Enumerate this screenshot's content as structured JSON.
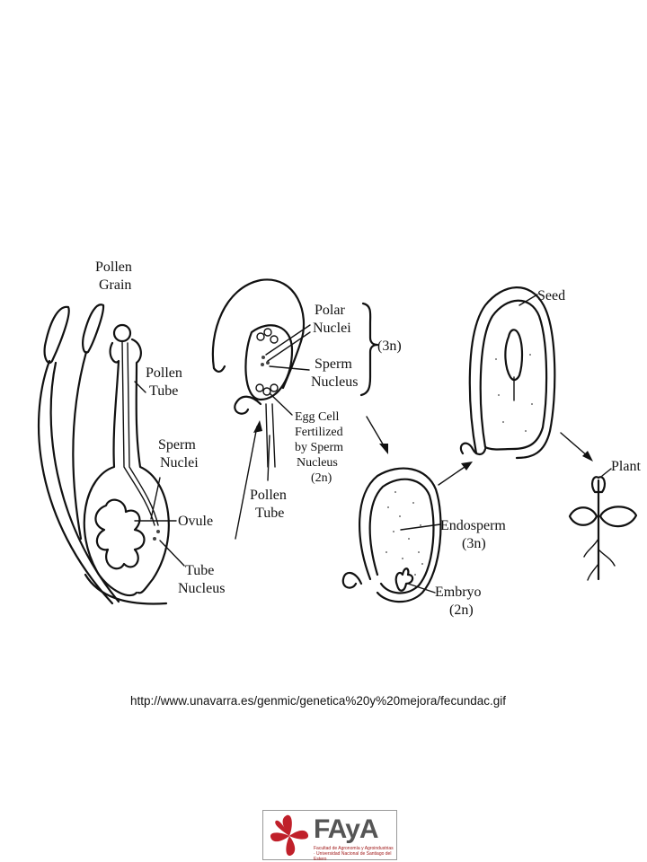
{
  "labels": {
    "pollen_grain": [
      "Pollen",
      "Grain"
    ],
    "pollen_tube_top": [
      "Pollen",
      "Tube"
    ],
    "sperm_nuclei": [
      "Sperm",
      "Nuclei"
    ],
    "ovule": "Ovule",
    "tube_nucleus": [
      "Tube",
      "Nucleus"
    ],
    "polar_nuclei": [
      "Polar",
      "Nuclei"
    ],
    "sperm_nucleus": [
      "Sperm",
      "Nucleus"
    ],
    "triploid": "(3n)",
    "egg_cell": [
      "Egg Cell",
      "Fertilized",
      "by Sperm",
      "Nucleus",
      "(2n)"
    ],
    "pollen_tube_bottom": [
      "Pollen",
      "Tube"
    ],
    "seed": "Seed",
    "plant": "Plant",
    "endosperm": [
      "Endosperm",
      "(3n)"
    ],
    "embryo": [
      "Embryo",
      "(2n)"
    ]
  },
  "source_url": "http://www.unavarra.es/genmic/genetica%20y%20mejora/fecundac.gif",
  "logo": {
    "word": "FAyA",
    "subtitle": "Facultad de Agronomía y Agroindustrias · Universidad Nacional de Santiago del Estero"
  },
  "colors": {
    "ink": "#111111",
    "logo_red": "#c0202a",
    "logo_grey": "#555555"
  }
}
